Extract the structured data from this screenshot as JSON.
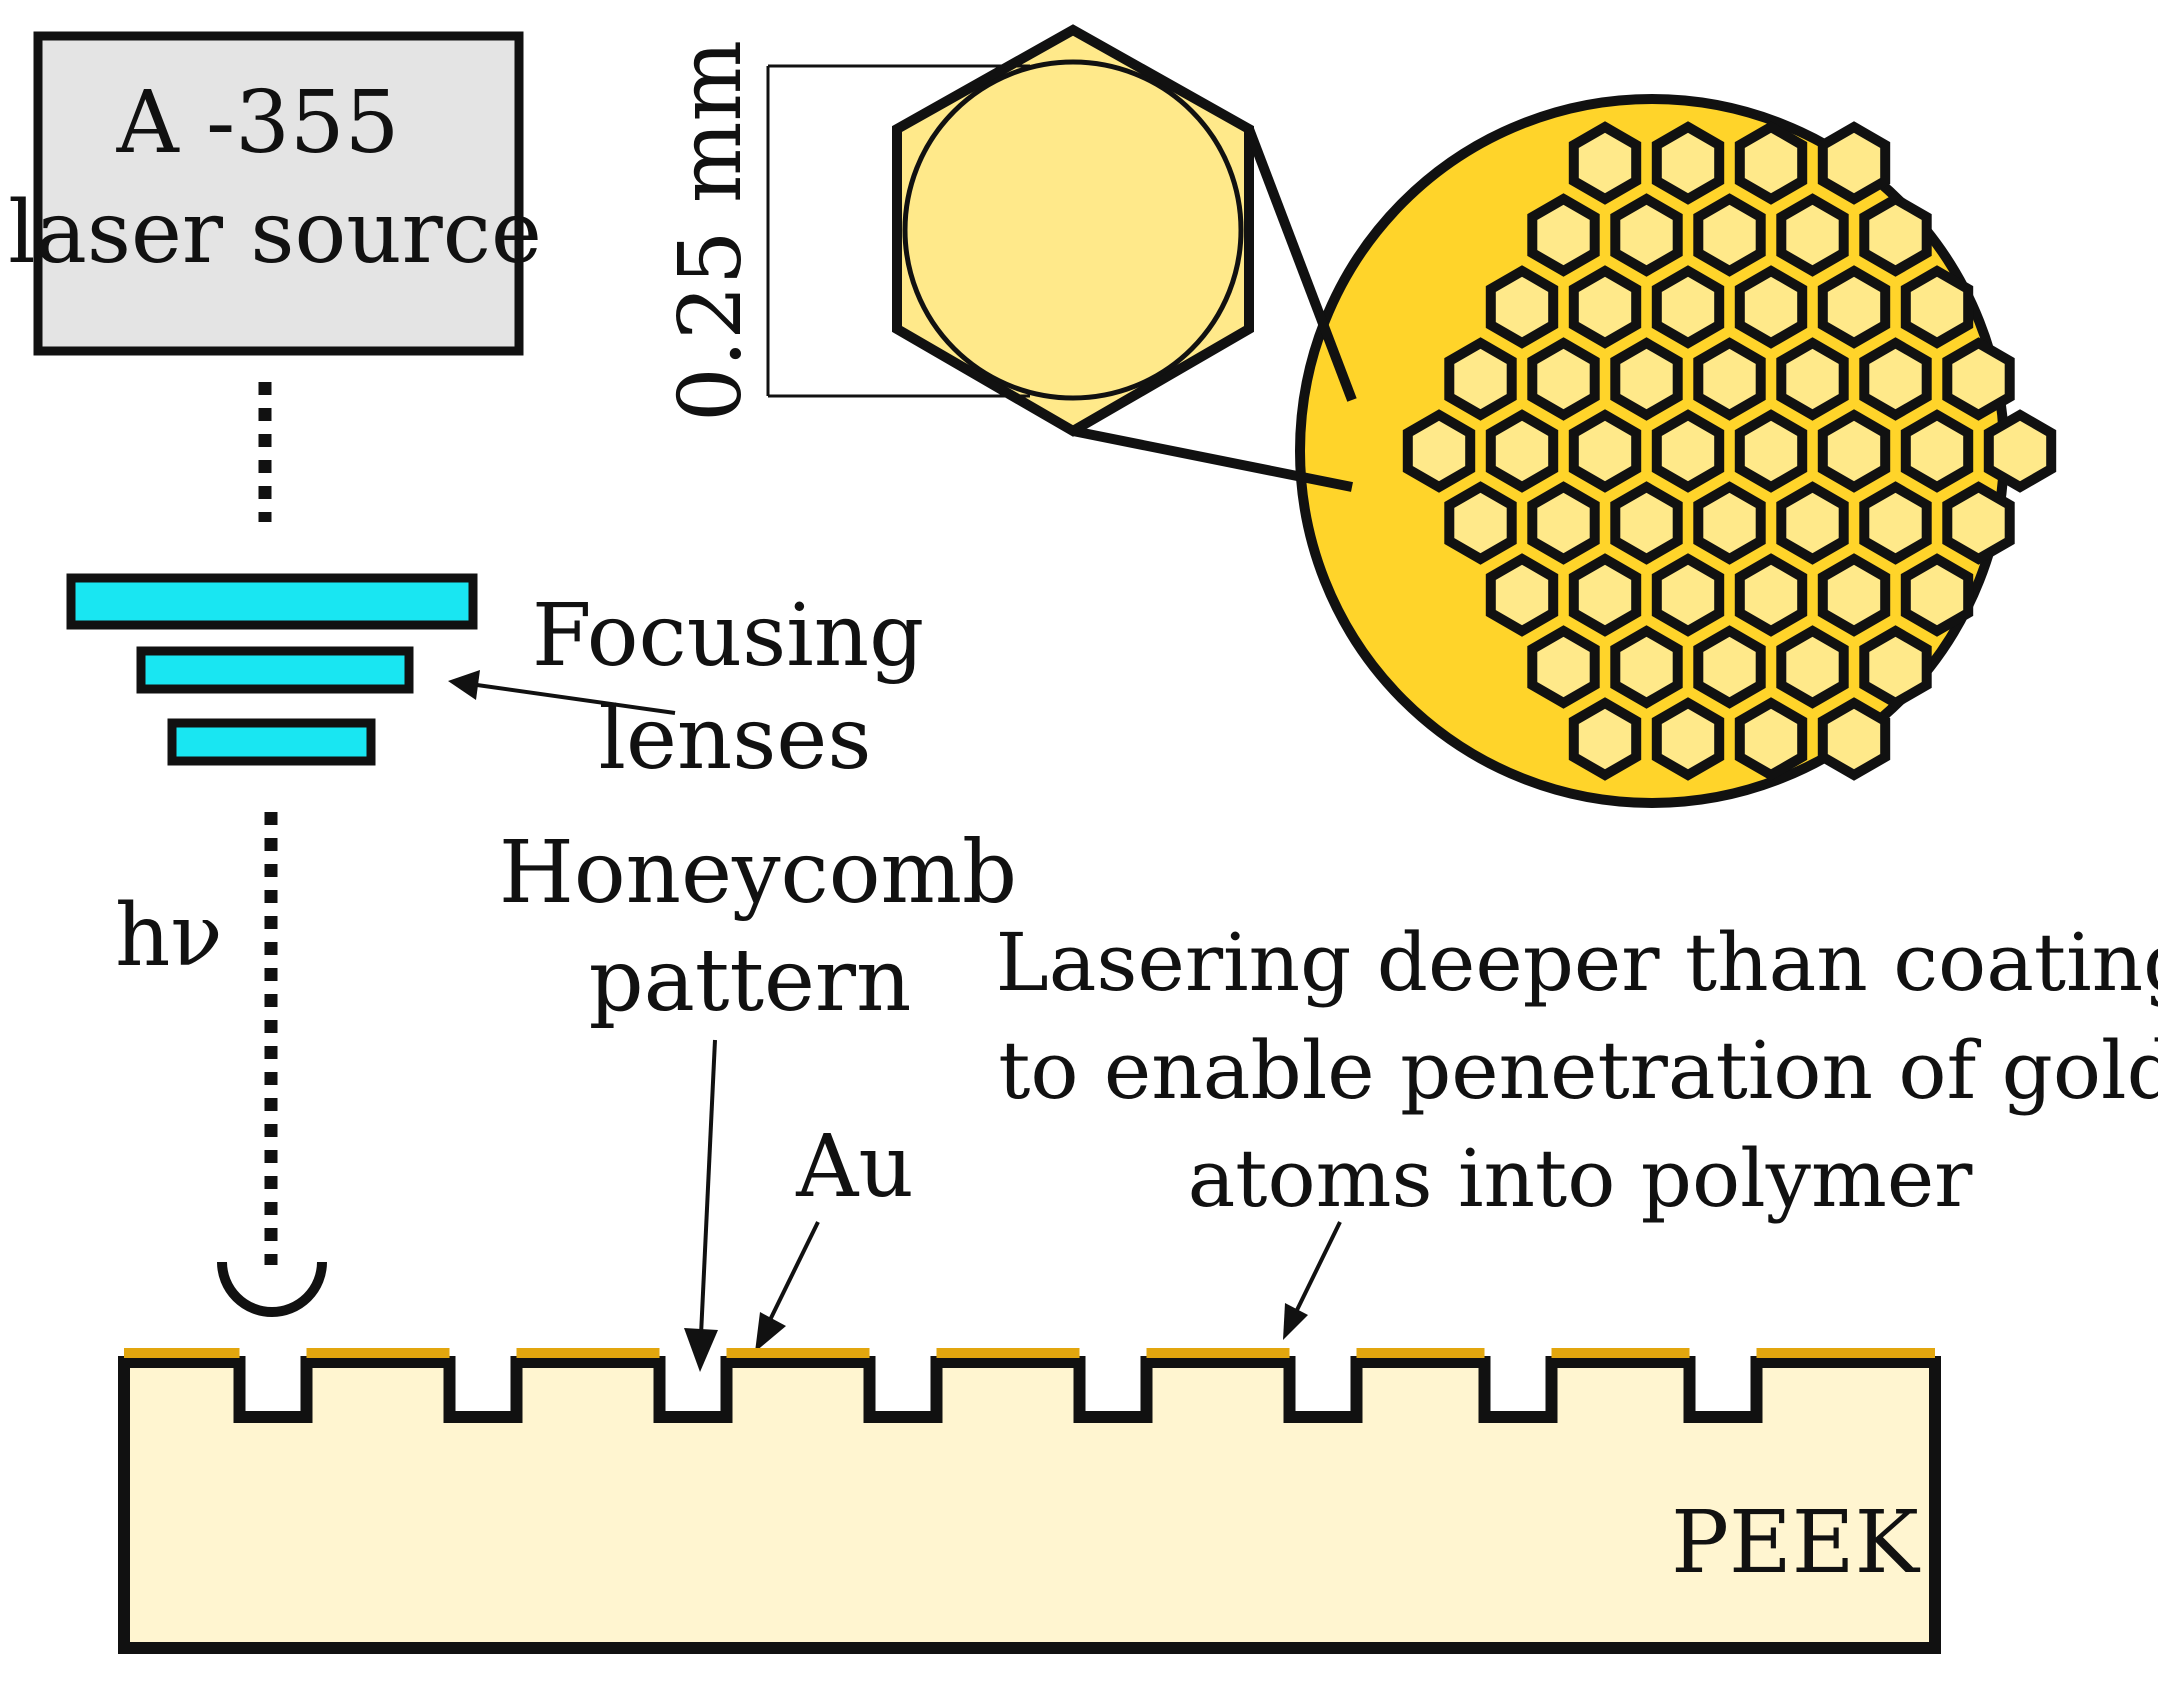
{
  "laser_source": {
    "line1": "A -355",
    "line2": "laser source"
  },
  "lenses_label": {
    "line1": "Focusing",
    "line2": "lenses"
  },
  "beam_label": "hν",
  "dimension_label": "0.25 mm",
  "honeycomb_label": {
    "line1": "Honeycomb",
    "line2": "pattern"
  },
  "gold_label": "Au",
  "depth_note": {
    "line1": "Lasering deeper than coating",
    "line2": "to enable penetration of gold",
    "line3": "atoms into polymer"
  },
  "substrate_label": "PEEK",
  "colors": {
    "outline": "#111111",
    "source_fill": "#e4e4e4",
    "lens_fill": "#19e6f2",
    "hex_fill": "#ffe98a",
    "disc_fill": "#ffd42a",
    "gold_layer": "#e2a60e",
    "peek_fill": "#fff5d0"
  }
}
